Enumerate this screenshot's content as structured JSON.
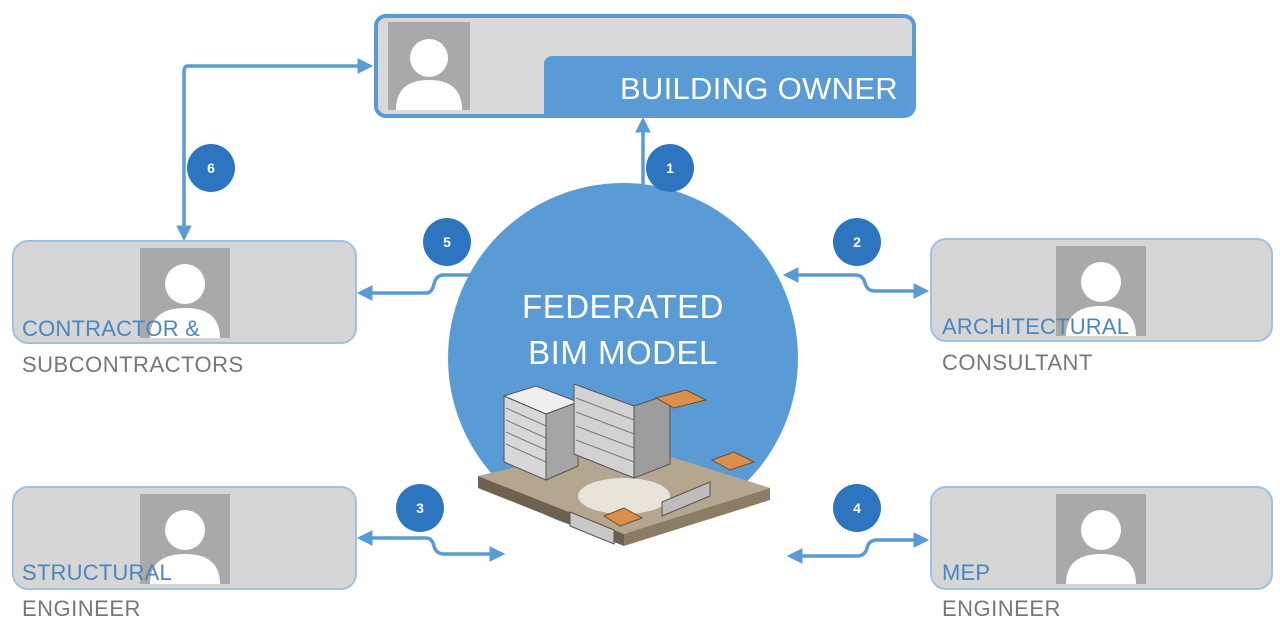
{
  "owner": {
    "label": "BUILDING OWNER",
    "icon": "person-icon"
  },
  "hub": {
    "line1": "FEDERATED",
    "line2": "BIM MODEL",
    "image": "building-model-render"
  },
  "stakeholders": {
    "contractor": {
      "line1": "CONTRACTOR &",
      "line2": "SUBCONTRACTORS"
    },
    "architectural": {
      "line1": "ARCHITECTURAL",
      "line2": "CONSULTANT"
    },
    "structural": {
      "line1": "STRUCTURAL",
      "line2": "ENGINEER"
    },
    "mep": {
      "line1": "MEP",
      "line2": "ENGINEER"
    }
  },
  "badges": [
    "1",
    "2",
    "3",
    "4",
    "5",
    "6"
  ],
  "colors": {
    "primary": "#5b9bd5",
    "badge": "#2e75c0",
    "card_fill": "#d6d6d6",
    "card_border": "#9fc2e3",
    "avatar": "#a9a9a9",
    "secondary_text": "#777777"
  }
}
